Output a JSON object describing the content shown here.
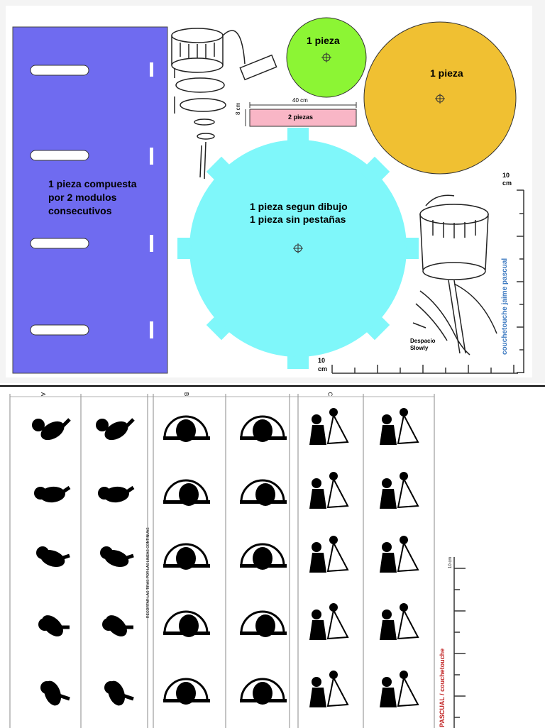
{
  "panel_left": {
    "lines": [
      "1 pieza compuesta",
      "por 2 modulos",
      "consecutivos"
    ],
    "color": "#6f6bf0"
  },
  "green_disc": {
    "label": "1 pieza",
    "color": "#8cf534"
  },
  "yellow_disc": {
    "label": "1 pieza",
    "color": "#f0c032"
  },
  "strip": {
    "label": "2 piezas",
    "width_label": "40 cm",
    "height_label": "8 cm",
    "color": "#f9b6c6"
  },
  "cyan_disc": {
    "line1": "1 pieza segun dibujo",
    "line2": "1 pieza sin pestañas",
    "color": "#7ff7fa"
  },
  "ruler_bottom": {
    "value": "10",
    "unit": "cm"
  },
  "ruler_right": {
    "value": "10",
    "unit": "cm"
  },
  "illustration_hands": {
    "line1": "Despacio",
    "line2": "Slowly"
  },
  "credit_top": "couchetouche  jaime pascual",
  "bottom_sheet": {
    "column_letters": [
      "A",
      "B",
      "C"
    ],
    "vertical_note": "RECORTAR LAS TIRAS POR LAS LINEAS CONTINUAS",
    "ruler_label": "10 cm",
    "credit": "PASCUAL / couchetouche"
  }
}
